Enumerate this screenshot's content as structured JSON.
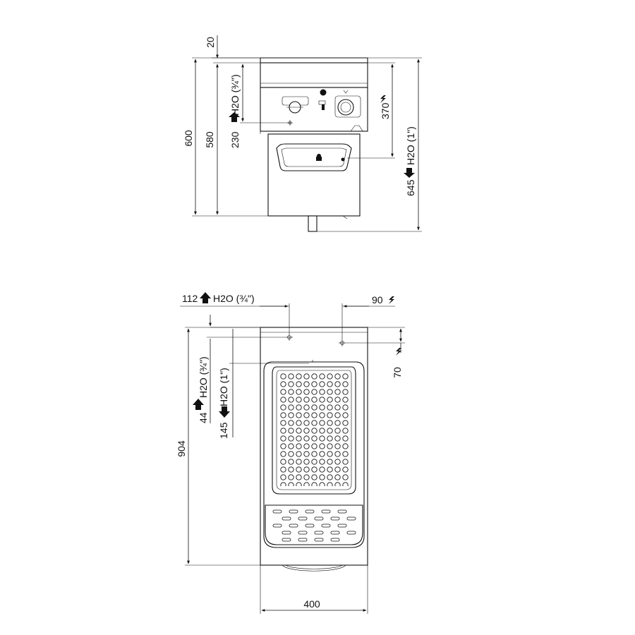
{
  "front_view": {
    "dim_top_gap": "20",
    "dim_total_height": "600",
    "dim_worktop_height": "580",
    "water_inlet_height": "230",
    "water_inlet_label": "H2O (¾\")",
    "electric_height": "370",
    "drain_height": "645",
    "drain_label": "H2O (1\")"
  },
  "top_view": {
    "water_inlet_x": "112",
    "water_inlet_label": "H2O (¾\")",
    "electric_x": "90",
    "electric_depth": "70",
    "water_inlet_depth": "44",
    "water_inlet_depth_label": "H2O (¾\")",
    "drain_depth": "145",
    "drain_depth_label": "H2O (1\")",
    "dim_depth": "904",
    "dim_width": "400"
  },
  "icons": {
    "electric": "lightning-bolt-icon",
    "arrow_up": "arrow-up-icon",
    "arrow_down": "arrow-down-icon"
  }
}
